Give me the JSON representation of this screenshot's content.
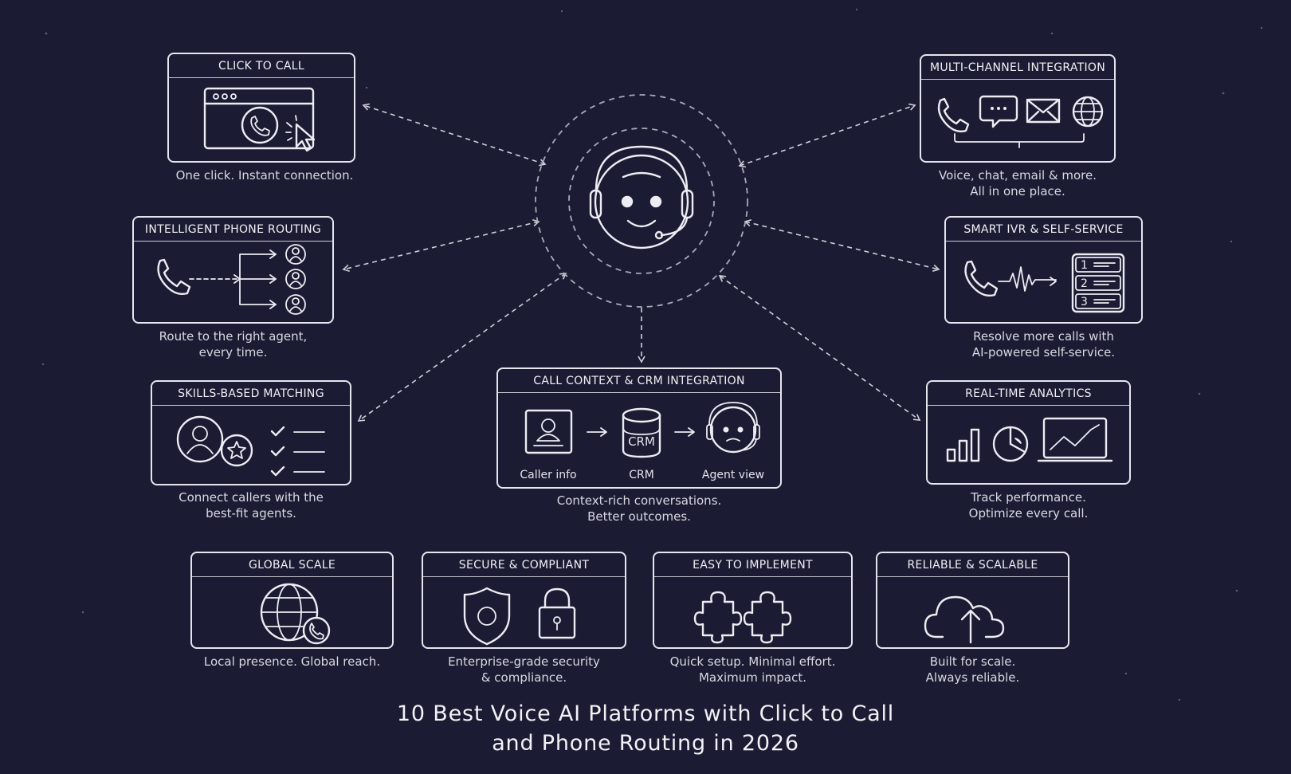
{
  "title": {
    "line1": "10 Best Voice AI Platforms with Click to Call",
    "line2": "and Phone Routing in 2026"
  },
  "colors": {
    "background": "#1b1c33",
    "line": "#e6e6ee"
  },
  "hub": {
    "icon": "robot-headset-icon"
  },
  "features": {
    "click_to_call": {
      "title": "CLICK TO CALL",
      "caption1": "One click. Instant connection.",
      "icon": "browser-phone-cursor-icon"
    },
    "multichannel": {
      "title": "MULTI-CHANNEL INTEGRATION",
      "caption1": "Voice, chat, email & more.",
      "caption2": "All in one place.",
      "icon": "phone-chat-mail-globe-icon"
    },
    "routing": {
      "title": "INTELLIGENT PHONE ROUTING",
      "caption1": "Route to the right agent,",
      "caption2": "every time.",
      "icon": "phone-routing-icon"
    },
    "ivr": {
      "title": "SMART IVR & SELF-SERVICE",
      "caption1": "Resolve more calls with",
      "caption2": "AI-powered self-service.",
      "icon": "ivr-menu-icon",
      "menu_numbers": [
        "1",
        "2",
        "3"
      ]
    },
    "skills": {
      "title": "SKILLS-BASED MATCHING",
      "caption1": "Connect callers with the",
      "caption2": "best-fit agents.",
      "icon": "user-star-checklist-icon"
    },
    "crm": {
      "title": "CALL CONTEXT & CRM INTEGRATION",
      "caption1": "Context-rich conversations.",
      "caption2": "Better outcomes.",
      "steps": [
        "Caller info",
        "CRM",
        "Agent view"
      ],
      "db_label": "CRM"
    },
    "analytics": {
      "title": "REAL-TIME ANALYTICS",
      "caption1": "Track performance.",
      "caption2": "Optimize every call.",
      "icon": "charts-icon"
    },
    "global": {
      "title": "GLOBAL SCALE",
      "caption1": "Local presence. Global reach.",
      "icon": "globe-phone-icon"
    },
    "secure": {
      "title": "SECURE & COMPLIANT",
      "caption1": "Enterprise-grade security",
      "caption2": "& compliance.",
      "icon": "shield-lock-icon"
    },
    "easy": {
      "title": "EASY TO IMPLEMENT",
      "caption1": "Quick setup. Minimal effort.",
      "caption2": "Maximum impact.",
      "icon": "puzzle-icon"
    },
    "reliable": {
      "title": "RELIABLE & SCALABLE",
      "caption1": "Built for scale.",
      "caption2": "Always reliable.",
      "icon": "cloud-upload-icon"
    }
  }
}
